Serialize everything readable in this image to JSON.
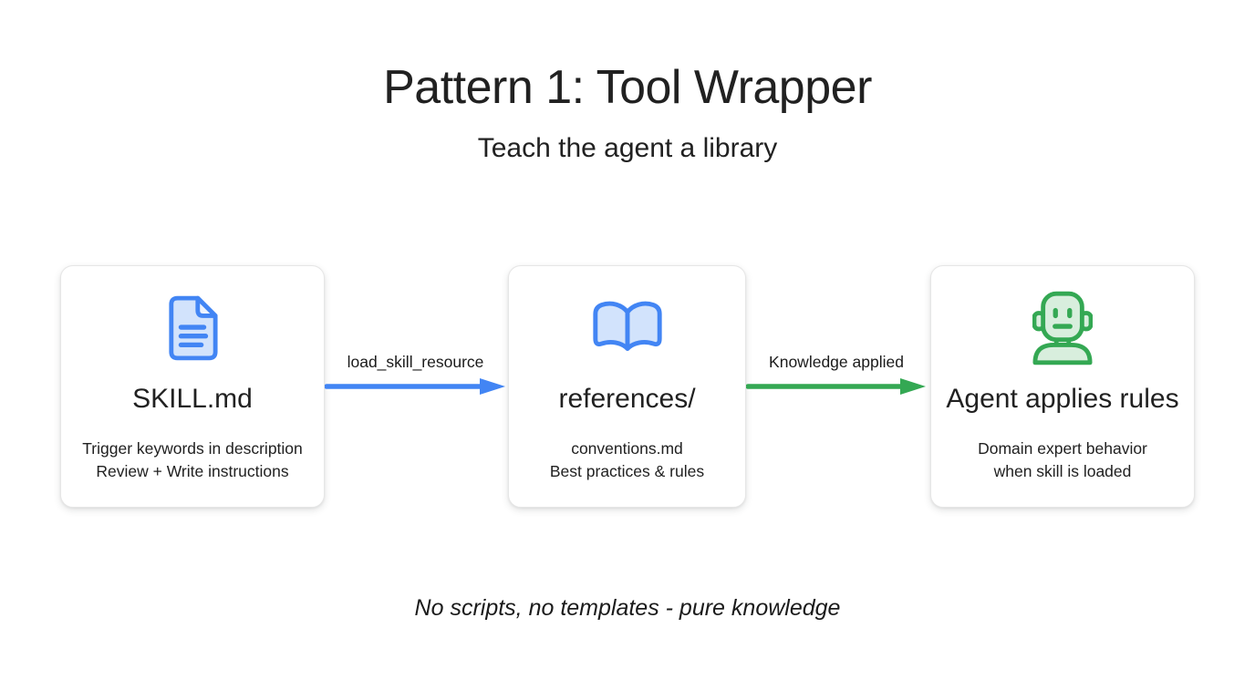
{
  "header": {
    "title": "Pattern 1: Tool Wrapper",
    "subtitle": "Teach the agent a library"
  },
  "cards": [
    {
      "icon": "document-icon",
      "title": "SKILL.md",
      "description_line1": "Trigger keywords in description",
      "description_line2": "Review + Write instructions"
    },
    {
      "icon": "open-book-icon",
      "title": "references/",
      "description_line1": "conventions.md",
      "description_line2": "Best practices & rules"
    },
    {
      "icon": "robot-icon",
      "title": "Agent applies rules",
      "description_line1": "Domain expert behavior",
      "description_line2": "when skill is loaded"
    }
  ],
  "arrows": [
    {
      "label": "load_skill_resource",
      "color": "#4285f4"
    },
    {
      "label": "Knowledge applied",
      "color": "#34a853"
    }
  ],
  "footnote": "No scripts, no templates - pure knowledge",
  "colors": {
    "blue": "#4285f4",
    "blue_fill": "#d2e3fc",
    "green": "#34a853",
    "green_fill": "#d8eedd",
    "text": "#212121",
    "card_border": "#e6e6e6",
    "background": "#ffffff"
  }
}
